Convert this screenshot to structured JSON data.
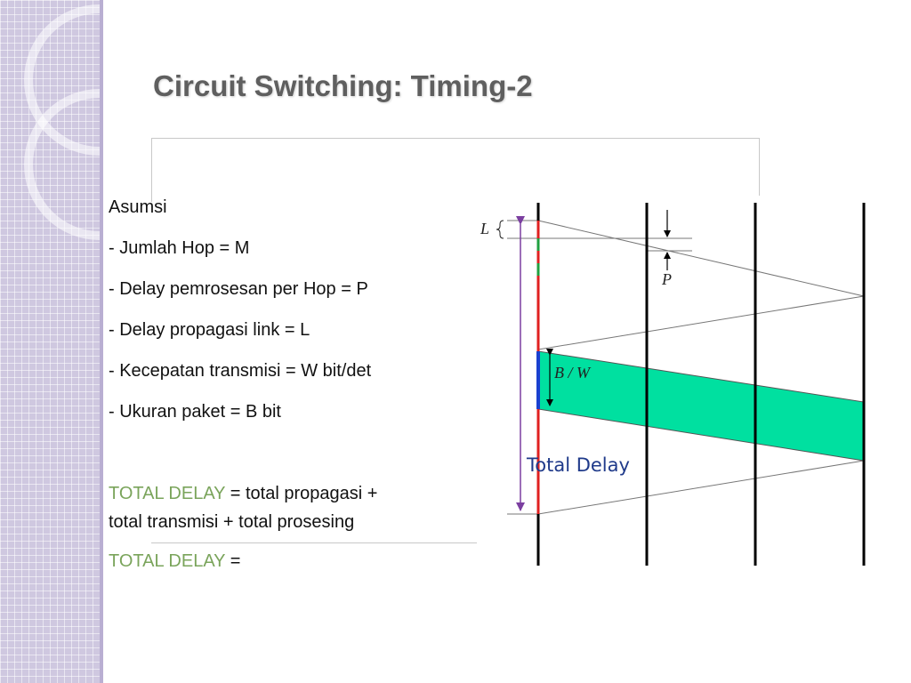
{
  "slide": {
    "title": "Circuit Switching: Timing-2"
  },
  "assumptions": {
    "heading": "Asumsi",
    "items": [
      "- Jumlah Hop = M",
      "- Delay pemrosesan per Hop = P",
      "- Delay propagasi link = L",
      "- Kecepatan transmisi = W bit/det",
      "- Ukuran paket = B bit"
    ]
  },
  "formula": {
    "keyword": "TOTAL DELAY",
    "line1_rest": " = total propagasi +",
    "line2": "total transmisi + total prosesing",
    "line3_rest": " ="
  },
  "diagram": {
    "label_L": "L",
    "label_P": "P",
    "label_BW": "B / W",
    "label_total_delay": "Total Delay",
    "colors": {
      "data_band": "#00e0a0",
      "source_line": "#e02020",
      "hop_marker": "#20a040",
      "transmit_marker": "#1a40d0",
      "total_arrow": "#7b3fa0"
    }
  }
}
